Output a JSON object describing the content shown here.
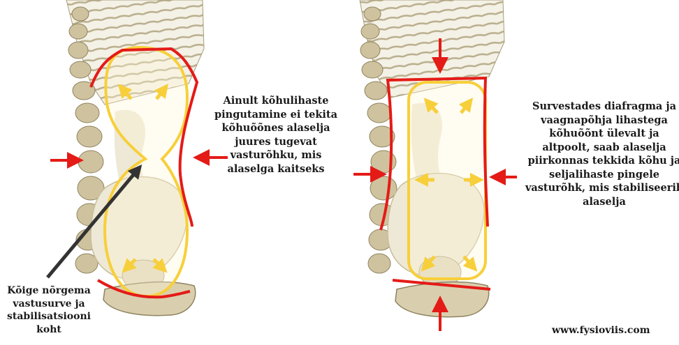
{
  "captions": {
    "left_note": "Ainult kõhulihaste pingutamine ei tekita kõhuõõnes alaselja juures tugevat vasturõhku, mis alaselga kaitseks",
    "right_note": "Survestades diafragma ja vaagnapõhja lihastega kõhuõõnt ülevalt ja altpoolt, saab alaselja piirkonnas tekkida kõhu ja seljalihaste pingele vasturõhk, mis stabiliseerib alaselja",
    "weak_point": "Kõige nõrgema vastusurve ja stabilisatsiooni koht"
  },
  "credit": "www.fysioviis.com",
  "colors": {
    "red": "#e41b17",
    "yellow": "#f7cf3a",
    "bone": "#d9cfae",
    "bone_dark": "#8f8360",
    "pointer": "#333333"
  }
}
